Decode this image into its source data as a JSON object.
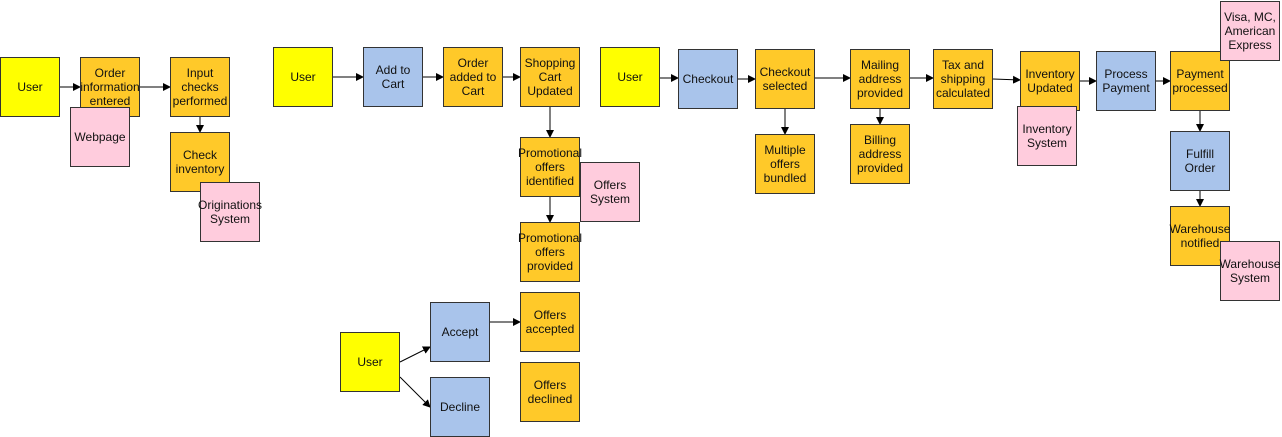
{
  "colors": {
    "actor": "#ffff00",
    "process": "#a9c4eb",
    "step": "#ffc929",
    "system": "#ffccdd",
    "edge": "#000000"
  },
  "nodes": {
    "user_1": "User",
    "order_info_entered": "Order\ninformation\nentered",
    "webpage": "Webpage",
    "input_checks": "Input\nchecks\nperformed",
    "check_inventory": "Check\ninventory",
    "originations_system": "Originations\nSystem",
    "user_2": "User",
    "add_to_cart": "Add to\nCart",
    "order_added_to_cart": "Order\nadded to\nCart",
    "shopping_cart_updated": "Shopping\nCart\nUpdated",
    "promo_offers_identified": "Promotional\noffers\nidentified",
    "offers_system": "Offers\nSystem",
    "promo_offers_provided": "Promotional\noffers\nprovided",
    "user_3": "User",
    "accept": "Accept",
    "decline": "Decline",
    "offers_accepted": "Offers\naccepted",
    "offers_declined": "Offers\ndeclined",
    "user_4": "User",
    "checkout": "Checkout",
    "checkout_selected": "Checkout\nselected",
    "multiple_offers_bundled": "Multiple\noffers\nbundled",
    "mailing_address_provided": "Mailing\naddress\nprovided",
    "billing_address_provided": "Billing\naddress\nprovided",
    "tax_shipping_calculated": "Tax and\nshipping\ncalculated",
    "inventory_updated": "Inventory\nUpdated",
    "inventory_system": "Inventory\nSystem",
    "process_payment": "Process\nPayment",
    "payment_processed": "Payment\nprocessed",
    "card_networks": "Visa, MC,\nAmerican\nExpress",
    "fulfill_order": "Fulfill\nOrder",
    "warehouse_notified": "Warehouse\nnotified",
    "warehouse_system": "Warehouse\nSystem"
  }
}
